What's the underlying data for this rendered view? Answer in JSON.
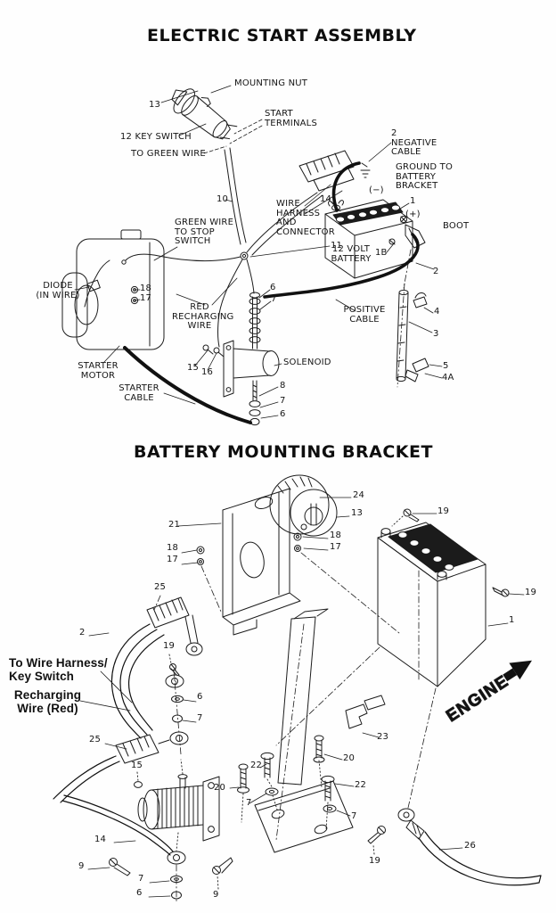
{
  "titles": {
    "electric_start": "ELECTRIC START ASSEMBLY",
    "battery_bracket": "BATTERY MOUNTING BRACKET"
  },
  "esa": {
    "labels": [
      "MOUNTING NUT",
      "13",
      "START\nTERMINALS",
      "12 KEY SWITCH",
      "TO GREEN WIRE",
      "2\nNEGATIVE\nCABLE",
      "GROUND TO\nBATTERY\nBRACKET",
      "14",
      "(−)",
      "1",
      "(+)",
      "BOOT",
      "12 VOLT\nBATTERY",
      "1B",
      "2",
      "10",
      "WIRE\nHARNESS\nAND\nCONNECTOR",
      "11",
      "GREEN WIRE\nTO STOP\nSWITCH",
      "DIODE\n(IN WIRE)",
      "18",
      "17",
      "RED\nRECHARGING\nWIRE",
      "STARTER\nMOTOR",
      "15",
      "16",
      "STARTER\nCABLE",
      "6",
      "7",
      "POSITIVE\nCABLE",
      "SOLENOID",
      "8",
      "7",
      "6",
      "4",
      "3",
      "5",
      "4A"
    ]
  },
  "bmb": {
    "labels": [
      "24",
      "13",
      "21",
      "18",
      "17",
      "18",
      "17",
      "19",
      "19",
      "1",
      "25",
      "2",
      "19",
      "To Wire Harness/\nKey Switch",
      "Recharging\nWire (Red)",
      "6",
      "7",
      "25",
      "15",
      "22",
      "20",
      "23",
      "20",
      "22",
      "7",
      "7",
      "14",
      "9",
      "7",
      "6",
      "9",
      "19",
      "26"
    ],
    "engine_label": "ENGINE"
  }
}
